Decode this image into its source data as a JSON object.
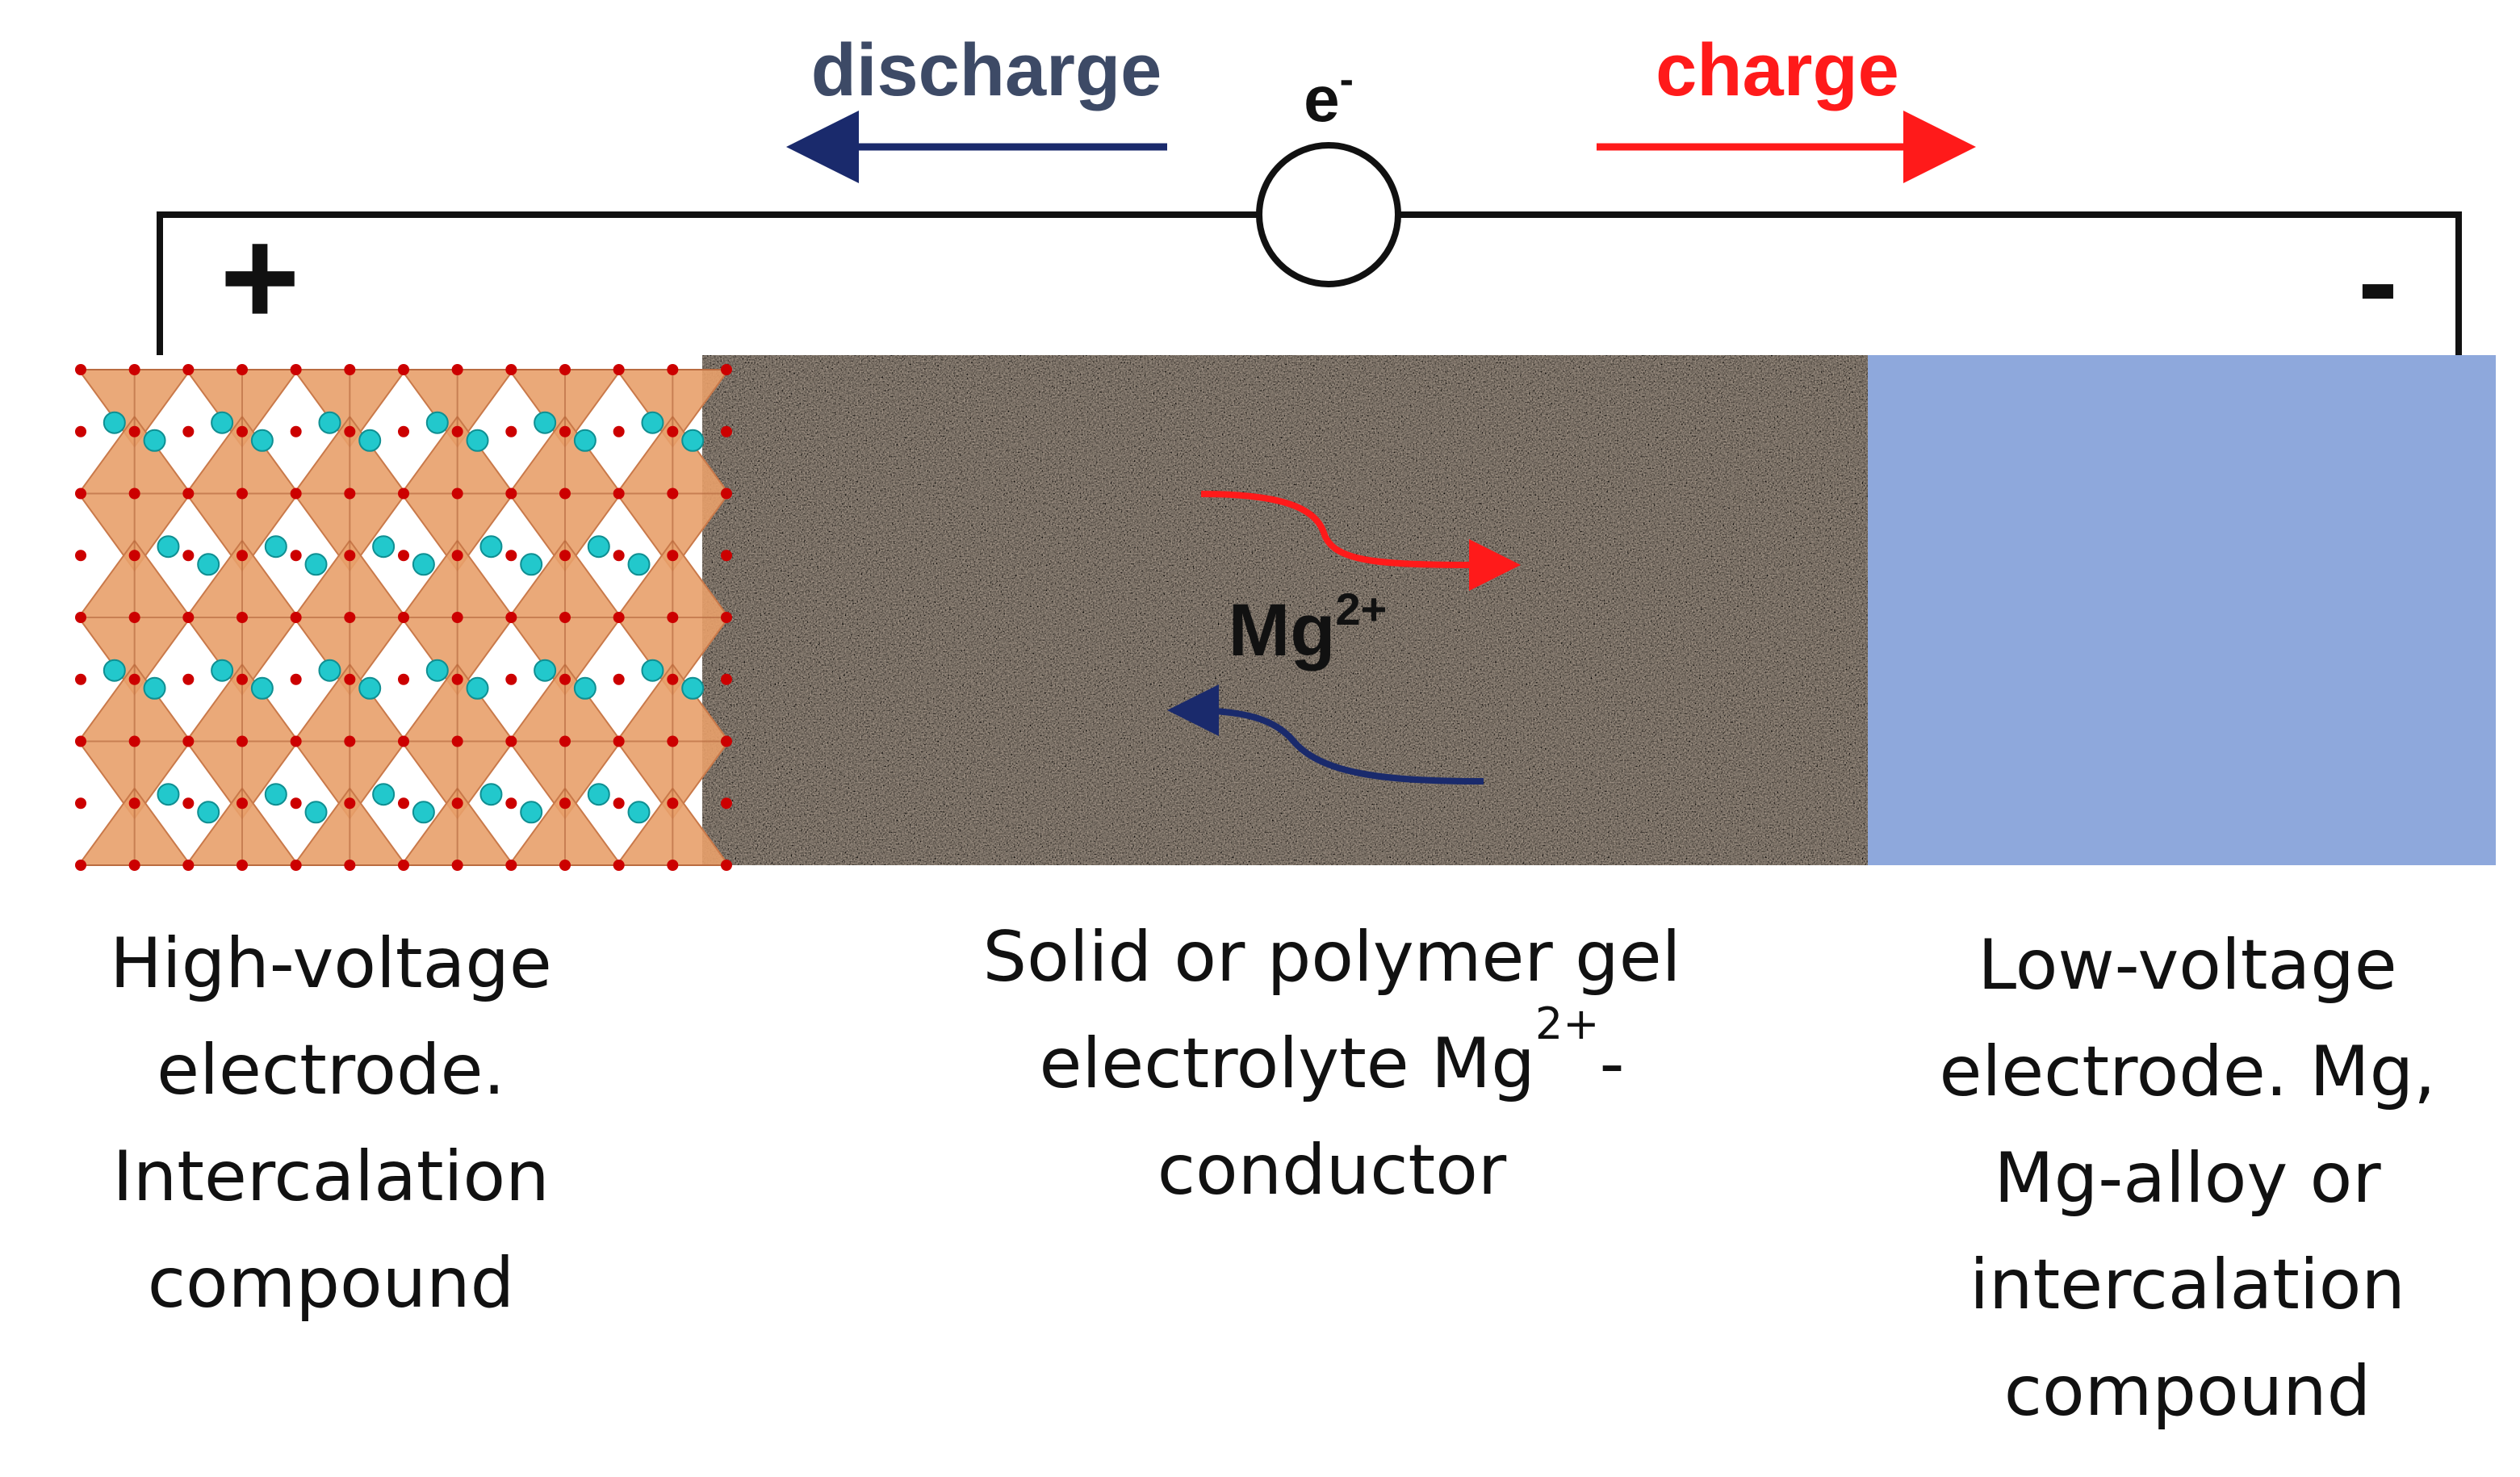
{
  "labels": {
    "discharge": "discharge",
    "charge": "charge",
    "electron": "e",
    "electron_sup": "-",
    "plus": "+",
    "minus": "-",
    "ion": "Mg",
    "ion_sup": "2+"
  },
  "captions": {
    "left": [
      "High-voltage",
      "electrode.",
      "Intercalation",
      "compound"
    ],
    "middle": {
      "line1": "Solid or polymer gel",
      "line2_text": "electrolyte Mg",
      "line2_sup": "2+",
      "line2_tail": "-",
      "line3": "conductor"
    },
    "right": [
      "Low-voltage",
      "electrode. Mg,",
      "Mg-alloy  or",
      "intercalation",
      "compound"
    ]
  },
  "colors": {
    "discharge": "#1a2a6c",
    "discharge_text": "#3d4a66",
    "charge": "#ff1a1a",
    "wire": "#111111",
    "electrolyte": "#a89a8c",
    "anode": "#8ea8dc",
    "octahedron": "#e8a06a",
    "oxygen": "#cc0000",
    "mg_site": "#22c8cc"
  }
}
